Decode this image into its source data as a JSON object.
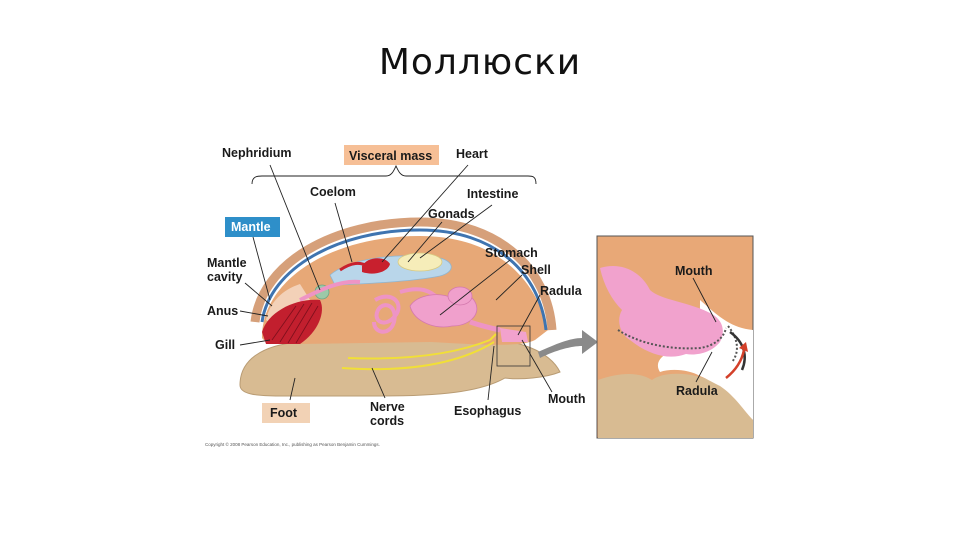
{
  "slide": {
    "title": "Моллюски"
  },
  "diagram": {
    "labels": {
      "nephridium": "Nephridium",
      "visceral_mass": "Visceral mass",
      "heart": "Heart",
      "coelom": "Coelom",
      "intestine": "Intestine",
      "gonads": "Gonads",
      "mantle": "Mantle",
      "mantle_cavity_1": "Mantle",
      "mantle_cavity_2": "cavity",
      "stomach": "Stomach",
      "shell": "Shell",
      "radula": "Radula",
      "anus": "Anus",
      "gill": "Gill",
      "foot": "Foot",
      "nerve_cords_1": "Nerve",
      "nerve_cords_2": "cords",
      "esophagus": "Esophagus",
      "mouth": "Mouth"
    },
    "inset_labels": {
      "mouth": "Mouth",
      "radula": "Radula"
    },
    "copyright": "Copyright © 2008 Pearson Education, Inc., publishing as Pearson Benjamin Cummings.",
    "colors": {
      "visceral_mass_highlight": "#f6bf96",
      "mantle_highlight": "#2e8fc9",
      "foot_highlight": "#f2d2b5",
      "body_tissue": "#e8a877",
      "foot_tissue": "#d9bc93",
      "shell": "#d7a27a",
      "heart": "#c8202e",
      "gill": "#c21f2e",
      "digestive": "#ef95c6",
      "nerve": "#f3e23b",
      "coelom": "#b9d6ea"
    }
  }
}
